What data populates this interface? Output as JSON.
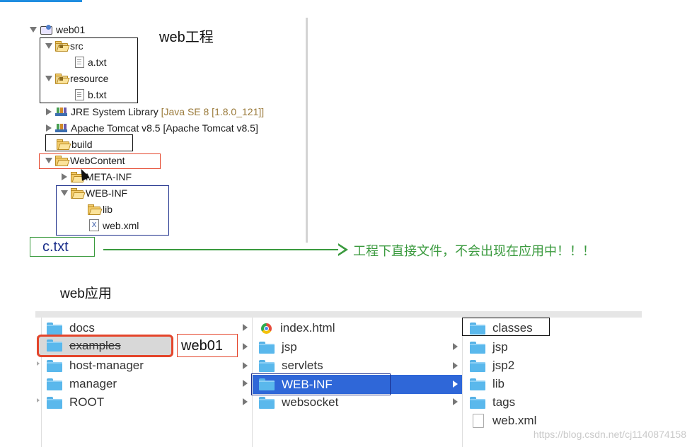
{
  "eclipse": {
    "project": "web01",
    "project_label": "web工程",
    "items": {
      "src": "src",
      "a_txt": "a.txt",
      "resource": "resource",
      "b_txt": "b.txt",
      "jre": "JRE System Library",
      "jre_version": "[Java SE 8 [1.8.0_121]]",
      "tomcat": "Apache Tomcat v8.5 [Apache Tomcat v8.5]",
      "build": "build",
      "webcontent": "WebContent",
      "meta_inf": "META-INF",
      "web_inf": "WEB-INF",
      "lib": "lib",
      "web_xml": "web.xml"
    },
    "c_txt": "c.txt",
    "note": "工程下直接文件，不会出现在应用中！！！"
  },
  "finder": {
    "section_label": "web应用",
    "col1": [
      "docs",
      "examples",
      "host-manager",
      "manager",
      "ROOT"
    ],
    "web01_label": "web01",
    "col2": [
      "index.html",
      "jsp",
      "servlets",
      "WEB-INF",
      "websocket"
    ],
    "col3": [
      "classes",
      "jsp",
      "jsp2",
      "lib",
      "tags",
      "web.xml"
    ],
    "selection_color": "#2f67d8"
  },
  "watermark": "https://blog.csdn.net/cj1140874158"
}
